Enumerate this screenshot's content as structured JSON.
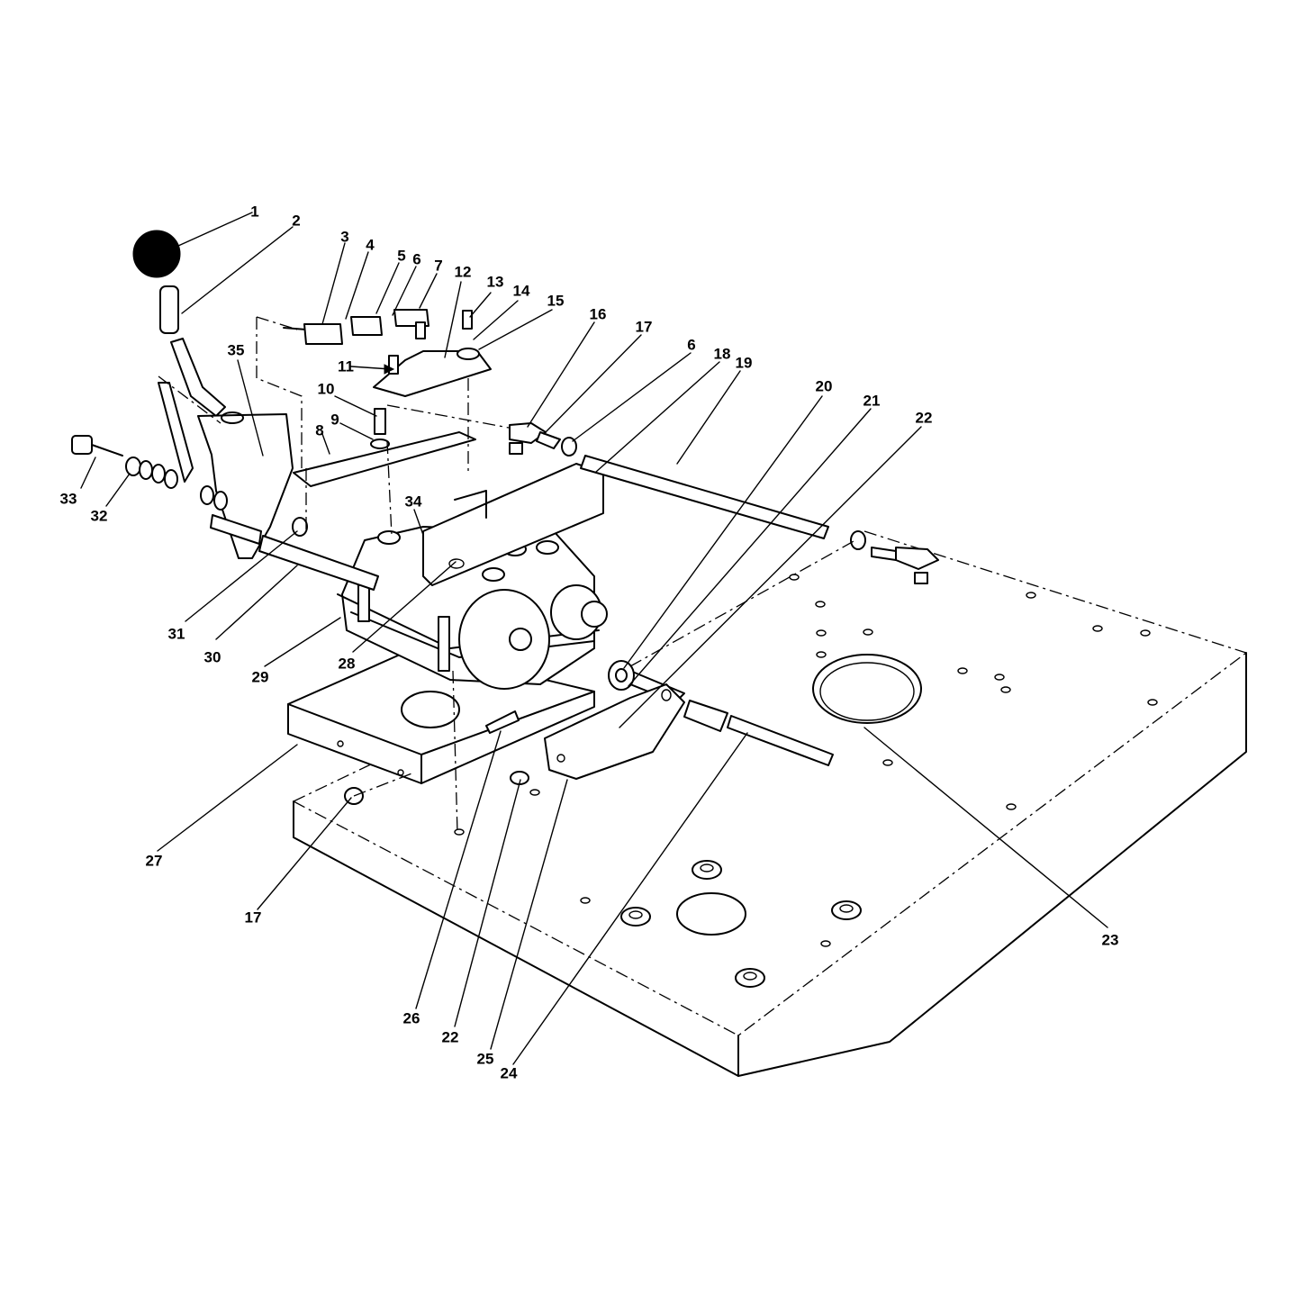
{
  "diagram": {
    "callouts": [
      "1",
      "2",
      "3",
      "4",
      "5",
      "6",
      "7",
      "12",
      "13",
      "14",
      "15",
      "16",
      "17",
      "6",
      "18",
      "19",
      "20",
      "21",
      "22",
      "35",
      "11",
      "10",
      "9",
      "8",
      "33",
      "32",
      "34",
      "31",
      "30",
      "29",
      "28",
      "27",
      "17",
      "26",
      "22",
      "25",
      "24",
      "23"
    ]
  }
}
